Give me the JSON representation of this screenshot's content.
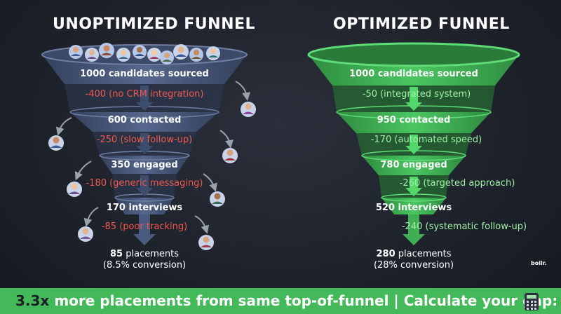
{
  "left": {
    "title": "UNOPTIMIZED FUNNEL",
    "stages": [
      {
        "count": "1000",
        "label": "candidates sourced"
      },
      {
        "count": "600",
        "label": "contacted"
      },
      {
        "count": "350",
        "label": "engaged"
      },
      {
        "count": "170",
        "label": "interviews"
      }
    ],
    "losses": [
      "-400 (no CRM integration)",
      "-250 (slow follow-up)",
      "-180 (generic messaging)",
      "-85 (poor tracking)"
    ],
    "final": {
      "count": "85",
      "label": "placements",
      "conversion": "(8.5% conversion)"
    }
  },
  "right": {
    "title": "OPTIMIZED FUNNEL",
    "stages": [
      {
        "count": "1000",
        "label": "candidates sourced"
      },
      {
        "count": "950",
        "label": "contacted"
      },
      {
        "count": "780",
        "label": "engaged"
      },
      {
        "count": "520",
        "label": "interviews"
      }
    ],
    "losses": [
      "-50 (integrated system)",
      "-170 (automated speed)",
      "-260 (targeted approach)",
      "-240 (systematic follow-up)"
    ],
    "final": {
      "count": "280",
      "label": "placements",
      "conversion": "(28% conversion)"
    }
  },
  "banner": {
    "highlight": "3.3x",
    "text": "more placements from same top-of-funnel | Calculate your gap:"
  },
  "logo": "boilr.",
  "colors": {
    "left_funnel": "#4a5a7e",
    "right_funnel": "#3fae54",
    "loss_red": "#f0584e",
    "loss_green": "#9ff0a6",
    "banner": "#44b95a"
  },
  "icons": [
    "person-avatar-icon",
    "calculator-icon",
    "arrow-down-icon",
    "curved-arrow-icon"
  ]
}
